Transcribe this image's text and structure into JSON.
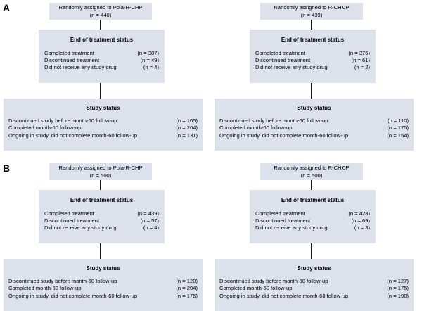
{
  "figure": {
    "type": "consort-flow-diagram",
    "box_fill_color": "#dce1eb",
    "connector_color": "#1a1a1a",
    "text_color": "#000000"
  },
  "panels": [
    {
      "letter": "A",
      "arms": [
        {
          "top_box": {
            "title": "Randomly assigned to Pola-R-CHP",
            "count": "(n = 440)"
          },
          "eot_box": {
            "header": "End of treatment status",
            "rows": [
              {
                "label": "Completed treatment",
                "value": "(n = 387)"
              },
              {
                "label": "Discontinued treatment",
                "value": "(n = 49)"
              },
              {
                "label": "Did not receive any study drug",
                "value": "(n = 4)"
              }
            ]
          },
          "study_box": {
            "header": "Study status",
            "rows": [
              {
                "label": "Discontinued study before month-60 follow-up",
                "value": "(n = 105)"
              },
              {
                "label": "Completed month-60 follow-up",
                "value": "(n = 204)"
              },
              {
                "label": "Ongoing in study, did not complete month-60 follow-up",
                "value": "(n = 131)"
              }
            ]
          }
        },
        {
          "top_box": {
            "title": "Randomly assigned to R-CHOP",
            "count": "(n = 439)"
          },
          "eot_box": {
            "header": "End of treatment status",
            "rows": [
              {
                "label": "Completed treatment",
                "value": "(n = 376)"
              },
              {
                "label": "Discontinued treatment",
                "value": "(n = 61)"
              },
              {
                "label": "Did not receive any study drug",
                "value": "(n = 2)"
              }
            ]
          },
          "study_box": {
            "header": "Study status",
            "rows": [
              {
                "label": "Discontinued study before month-60 follow-up",
                "value": "(n = 110)"
              },
              {
                "label": "Completed month-60 follow-up",
                "value": "(n = 175)"
              },
              {
                "label": "Ongoing in study, did not complete month-60 follow-up",
                "value": "(n = 154)"
              }
            ]
          }
        }
      ]
    },
    {
      "letter": "B",
      "arms": [
        {
          "top_box": {
            "title": "Randomly assigned to Pola-R-CHP",
            "count": "(n = 500)"
          },
          "eot_box": {
            "header": "End of treatment status",
            "rows": [
              {
                "label": "Completed treatment",
                "value": "(n = 439)"
              },
              {
                "label": "Discontinued treatment",
                "value": "(n = 57)"
              },
              {
                "label": "Did not receive any study drug",
                "value": "(n = 4)"
              }
            ]
          },
          "study_box": {
            "header": "Study status",
            "rows": [
              {
                "label": "Discontinued study before month-60 follow-up",
                "value": "(n = 120)"
              },
              {
                "label": "Completed month-60 follow-up",
                "value": "(n = 204)"
              },
              {
                "label": "Ongoing in study, did not complete month-60 follow-up",
                "value": "(n = 176)"
              }
            ]
          }
        },
        {
          "top_box": {
            "title": "Randomly assigned to R-CHOP",
            "count": "(n = 500)"
          },
          "eot_box": {
            "header": "End of treatment status",
            "rows": [
              {
                "label": "Completed treatment",
                "value": "(n = 428)"
              },
              {
                "label": "Discontinued treatment",
                "value": "(n = 69)"
              },
              {
                "label": "Did not receive any study drug",
                "value": "(n = 3)"
              }
            ]
          },
          "study_box": {
            "header": "Study status",
            "rows": [
              {
                "label": "Discontinued study before month-60 follow-up",
                "value": "(n = 127)"
              },
              {
                "label": "Completed month-60 follow-up",
                "value": "(n = 175)"
              },
              {
                "label": "Ongoing in study, did not complete month-60 follow-up",
                "value": "(n = 198)"
              }
            ]
          }
        }
      ]
    }
  ]
}
